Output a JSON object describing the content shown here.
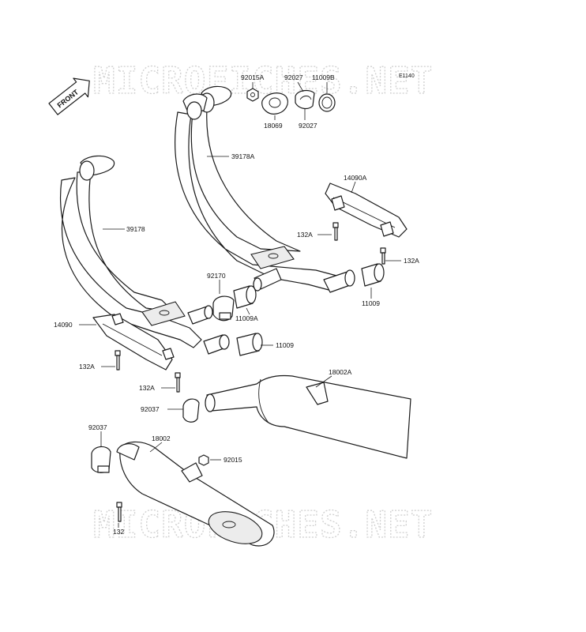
{
  "diagram_id": "E1140",
  "front_marker": "FRONT",
  "watermark": {
    "text": "MICROFICHES.NET"
  },
  "labels": {
    "p92015A": "92015A",
    "p92027a": "92027",
    "p11009B": "11009B",
    "p18069": "18069",
    "p92027b": "92027",
    "p39178A": "39178A",
    "p39178": "39178",
    "p14090A": "14090A",
    "p132A_a": "132A",
    "p132A_b": "132A",
    "p92170": "92170",
    "p11009A": "11009A",
    "p11009a": "11009",
    "p14090": "14090",
    "p11009b": "11009",
    "p132A_c": "132A",
    "p18002A": "18002A",
    "p132A_d": "132A",
    "p92037a": "92037",
    "p92037b": "92037",
    "p18002": "18002",
    "p92015": "92015",
    "p132": "132"
  }
}
